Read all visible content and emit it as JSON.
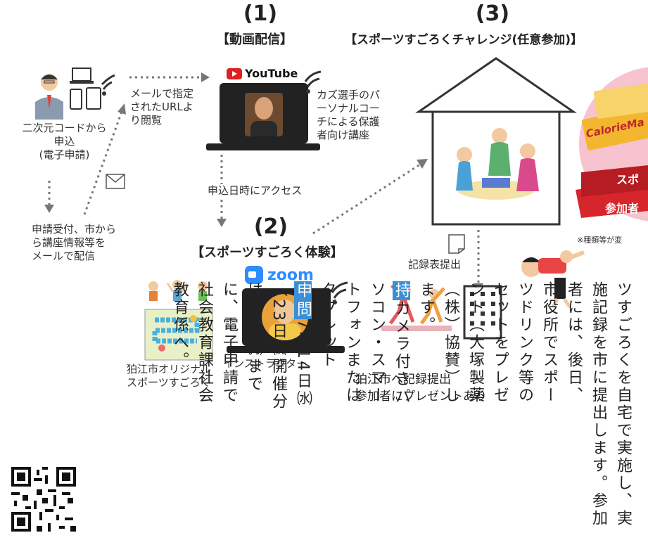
{
  "step1": {
    "number": "(1)",
    "title": "【動画配信】"
  },
  "step2": {
    "number": "(2)",
    "title": "【スポーツすごろく体験】"
  },
  "step3": {
    "number": "(3)",
    "title": "【スポーツすごろくチャレンジ(任意参加)】"
  },
  "youtube_label": "YouTube",
  "zoom_label": "zoom",
  "labels": {
    "apply": "二次元コードから\n申込\n(電子申請)",
    "email_url": "メールで指定\nされたURLよ\nり閲覧",
    "coach": "カズ選手のパ\nーソナルコー\nチによる保護\n者向け講座",
    "access": "申込日時にアクセス",
    "receipt": "申請受付、市から\nら講座情報等を\nメールで配信",
    "record_submit": "記録表提出",
    "original_game": "狛江市オリジナル\nスポーツすごろく",
    "instructor": "インストラクター",
    "submit_city": "狛江市へ記録提出\n参加者にプレゼントあり",
    "product_fragment_1": "スポ",
    "product_fragment_2": "参加者",
    "product_brand": "CalorieMa",
    "note_fragment": "※種類等が変"
  },
  "body_columns": [
    {
      "text": "ツすごろくを自宅で実施し、実"
    },
    {
      "text": "施記録を市に提出します。参加"
    },
    {
      "text": "者には、後日、"
    },
    {
      "text": "市役所でスポー"
    },
    {
      "text": "ツドリンク等の"
    },
    {
      "text": "セットをプレゼ"
    },
    {
      "text": "ント（大塚製薬"
    },
    {
      "text": "（株）協賛）し"
    },
    {
      "text": "ます。"
    },
    {
      "badge": "持",
      "text": "カメラ付きパ"
    },
    {
      "text": "ソコン・スマー"
    },
    {
      "text": "トフォンまたは"
    },
    {
      "text": "タブレット"
    },
    {
      "badge": "申",
      "badge2": "問",
      "text": "7月14日㈬"
    },
    {
      "text": "（23日㈷開催分"
    },
    {
      "text": "は19日㈪まで"
    },
    {
      "text": "に、電子申請で"
    },
    {
      "text": "社会教育課社会"
    },
    {
      "text": "教育係へ。"
    }
  ],
  "colors": {
    "accent_blue": "#3b8fd6",
    "youtube_red": "#e02020",
    "zoom_blue": "#2d8cff",
    "arrow_gray": "#777777",
    "ribbon_red": "#d6262b",
    "pink_circle": "#f6c3cf"
  }
}
